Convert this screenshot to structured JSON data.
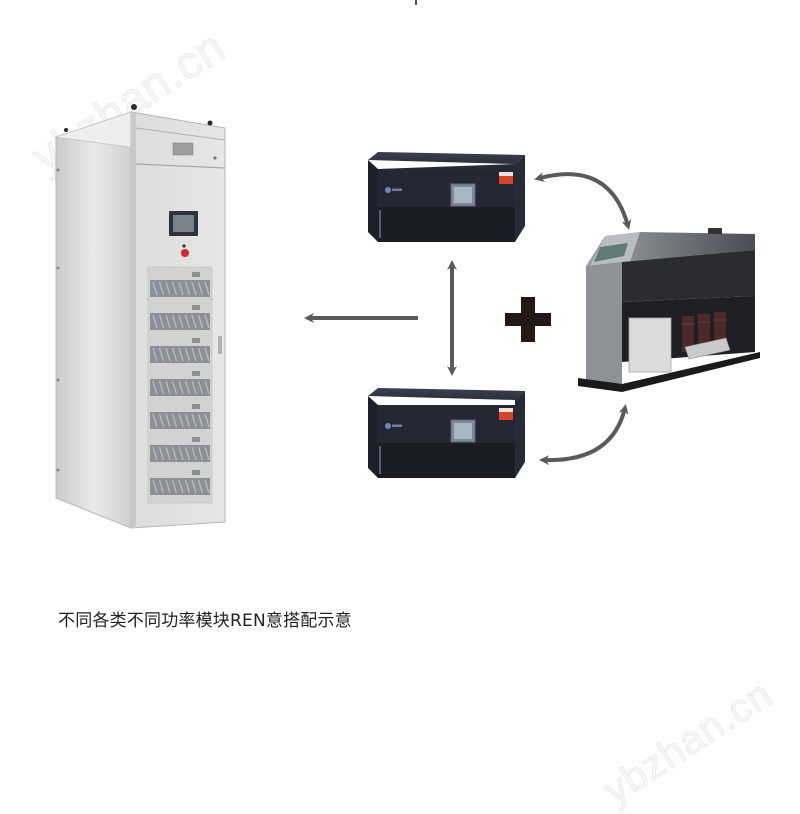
{
  "caption": "不同各类不同功率模块REN意搭配示意",
  "watermarks": [
    "ybzhan.cn",
    "ybzhan.cn"
  ],
  "diagram": {
    "components": [
      {
        "id": "cabinet",
        "label": "active-filter-cabinet",
        "description": "Grey floor-standing cabinet with touchscreen, red emergency stop and 7 stacked module slots"
      },
      {
        "id": "module-top",
        "label": "power-module-upper",
        "description": "Black rack-mount power module with LCD panel"
      },
      {
        "id": "module-bottom",
        "label": "power-module-lower",
        "description": "Black rack-mount power module with LCD panel"
      },
      {
        "id": "capacitor-unit",
        "label": "smart-capacitor-unit",
        "description": "Black smart capacitor compensation unit with display and reactor coils"
      }
    ],
    "connectors": [
      {
        "from": "modules",
        "to": "cabinet",
        "type": "arrow-left"
      },
      {
        "from": "module-top",
        "to": "module-bottom",
        "type": "double-arrow-vertical"
      },
      {
        "symbol": "+",
        "between": [
          "modules",
          "capacitor-unit"
        ]
      },
      {
        "from": "module-top",
        "to": "capacitor-unit",
        "type": "curved-double-arrow"
      },
      {
        "from": "module-bottom",
        "to": "capacitor-unit",
        "type": "curved-double-arrow"
      }
    ],
    "cabinet_module_slots": 7,
    "colors": {
      "arrow": "#5a5a5a",
      "plus": "#231815",
      "cabinet": "#d9dadb",
      "module": "#1f2430",
      "capacitor": "#2a2c30"
    }
  }
}
